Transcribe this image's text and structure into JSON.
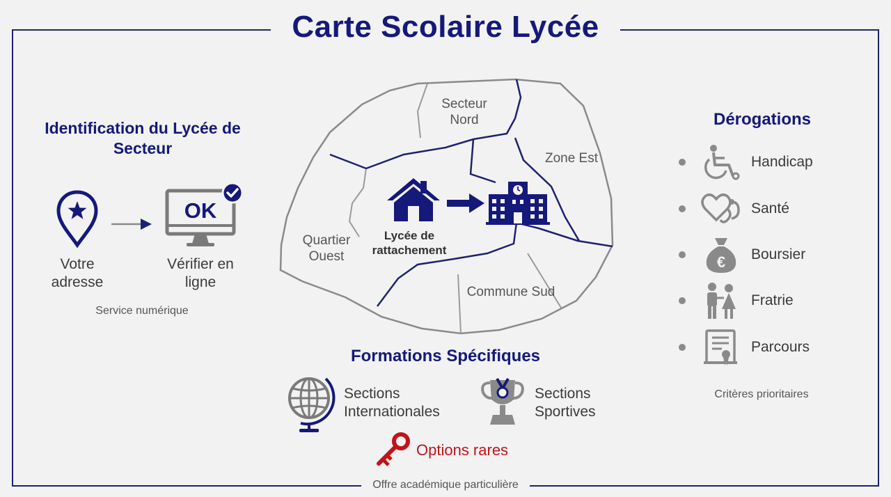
{
  "title": "Carte Scolaire Lycée",
  "footer": "Offre académique particulière",
  "identification": {
    "heading": "Identification du Lycée de Secteur",
    "address_label": "Votre adresse",
    "monitor_text": "OK",
    "verify_label": "Vérifier en ligne",
    "service_caption": "Service numérique"
  },
  "map": {
    "sectors": [
      {
        "id": "nord",
        "label": "Secteur Nord"
      },
      {
        "id": "est",
        "label": "Zone Est"
      },
      {
        "id": "ouest",
        "label": "Quartier Ouest"
      },
      {
        "id": "sud",
        "label": "Commune Sud"
      }
    ],
    "center_label": "Lycée de rattachement"
  },
  "formations": {
    "heading": "Formations Spécifiques",
    "items": [
      {
        "label": "Sections Internationales",
        "icon": "globe-icon"
      },
      {
        "label": "Sections Sportives",
        "icon": "trophy-icon"
      },
      {
        "label": "Options rares",
        "icon": "key-icon"
      }
    ]
  },
  "derogations": {
    "heading": "Dérogations",
    "items": [
      {
        "label": "Handicap",
        "icon": "wheelchair-icon"
      },
      {
        "label": "Santé",
        "icon": "heart-stethoscope-icon"
      },
      {
        "label": "Boursier",
        "icon": "money-bag-icon"
      },
      {
        "label": "Fratrie",
        "icon": "siblings-icon"
      },
      {
        "label": "Parcours",
        "icon": "certificate-icon"
      }
    ],
    "caption": "Critères prioritaires"
  },
  "colors": {
    "navy": "#15197a",
    "gray": "#8a8a8a",
    "red": "#c0141a",
    "background": "#f2f2f2"
  }
}
